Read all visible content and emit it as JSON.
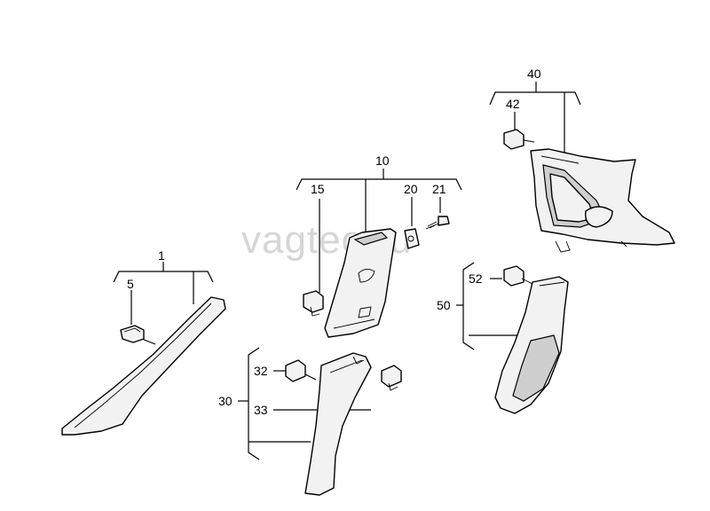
{
  "watermark": "vagteo.ru",
  "labels": {
    "l1": "1",
    "l5": "5",
    "l10": "10",
    "l15": "15",
    "l20": "20",
    "l21": "21",
    "l30": "30",
    "l32": "32",
    "l33": "33",
    "l40": "40",
    "l42": "42",
    "l50": "50",
    "l52": "52"
  }
}
